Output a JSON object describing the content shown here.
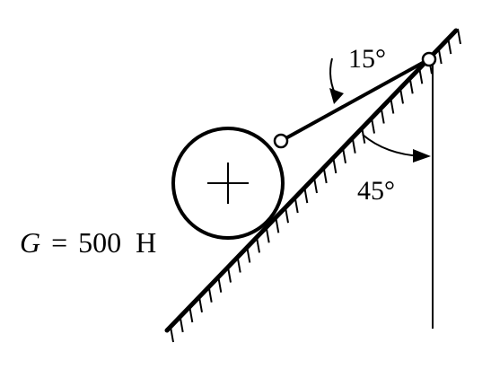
{
  "diagram": {
    "load_label": {
      "symbol": "G",
      "equals": "=",
      "value": "500",
      "unit": "H"
    },
    "angle_rope": "15°",
    "angle_incline": "45°",
    "colors": {
      "ink": "#000000",
      "background": "#ffffff"
    }
  }
}
